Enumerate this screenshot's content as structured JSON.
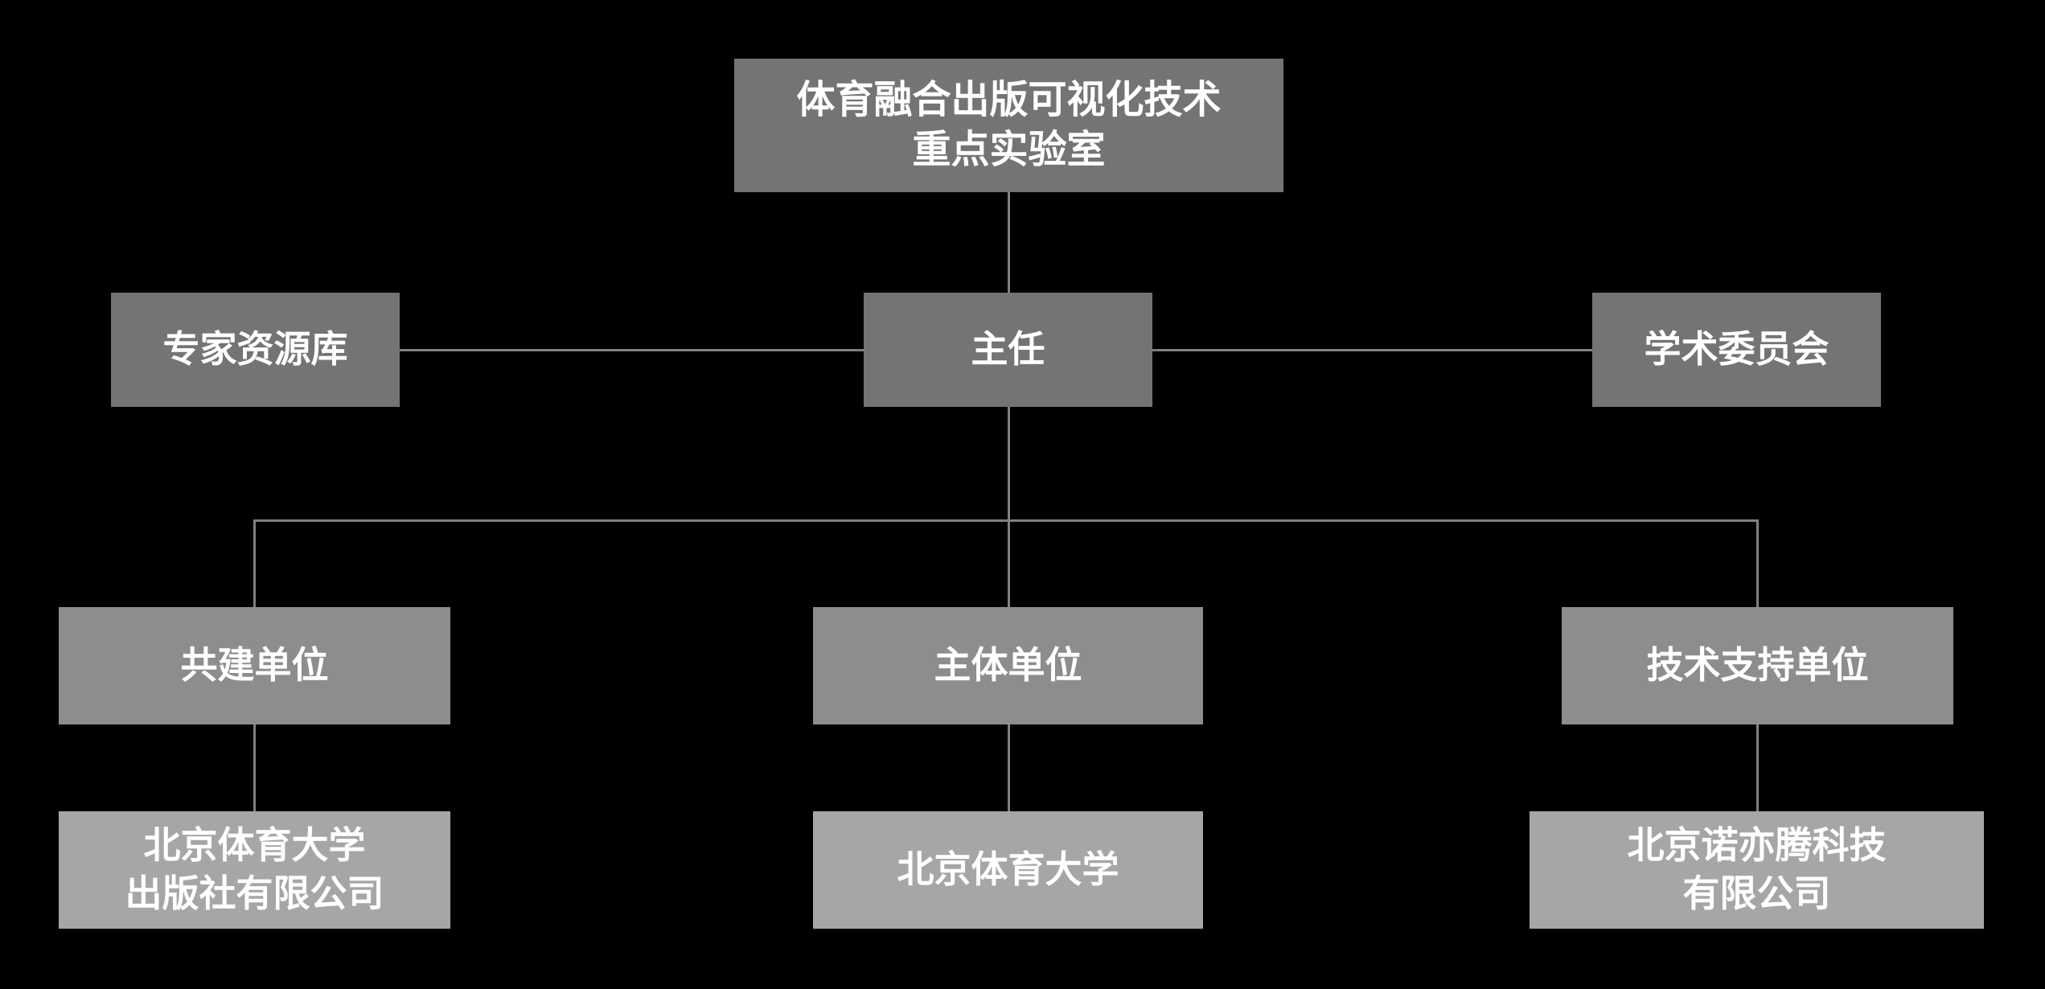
{
  "diagram": {
    "type": "org-chart",
    "nodes": {
      "root": "体育融合出版可视化技术\n重点实验室",
      "expert_pool": "专家资源库",
      "director": "主任",
      "academic_committee": "学术委员会",
      "co_construction_unit": "共建单位",
      "main_unit": "主体单位",
      "tech_support_unit": "技术支持单位",
      "co_construction_org": "北京体育大学\n出版社有限公司",
      "main_org": "北京体育大学",
      "tech_support_org": "北京诺亦腾科技\n有限公司"
    },
    "edges": [
      [
        "root",
        "director"
      ],
      [
        "expert_pool",
        "director"
      ],
      [
        "director",
        "academic_committee"
      ],
      [
        "director",
        "co_construction_unit"
      ],
      [
        "director",
        "main_unit"
      ],
      [
        "director",
        "tech_support_unit"
      ],
      [
        "co_construction_unit",
        "co_construction_org"
      ],
      [
        "main_unit",
        "main_org"
      ],
      [
        "tech_support_unit",
        "tech_support_org"
      ]
    ]
  },
  "colors": {
    "background": "#000000",
    "level1_box": "#747474",
    "level2_box": "#747474",
    "level3_box": "#8d8d8d",
    "level4_box": "#a6a6a6",
    "text": "#ffffff",
    "line": "#808080"
  }
}
